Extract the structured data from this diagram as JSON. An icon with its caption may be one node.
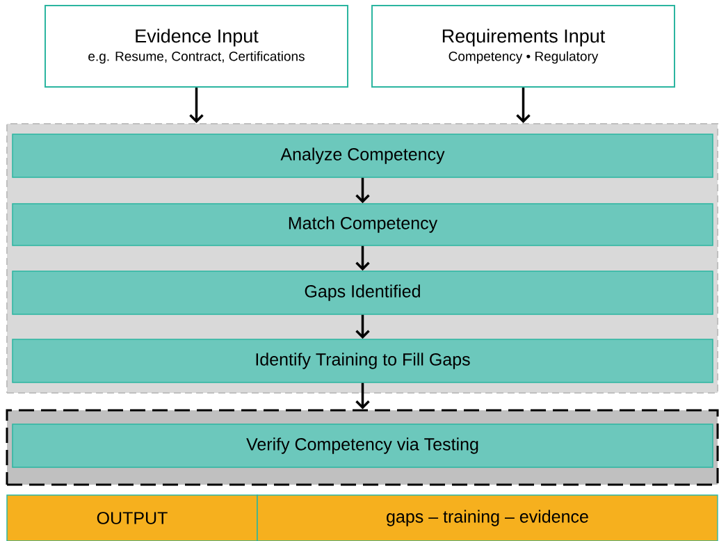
{
  "diagram": {
    "nodes": [
      {
        "text": [
          "Evidence Input",
          "e.g. Resume, Contract, Certifications"
        ]
      },
      {
        "text": [
          "Requirements Input",
          "Competency • Regulatory"
        ]
      },
      {
        "text": [],
        "shape": "box"
      },
      {
        "text": [
          "Analyze Competency"
        ],
        "in": 2
      },
      {
        "text": [
          "Match Competency"
        ],
        "in": 2
      },
      {
        "text": [
          "Gaps Identified"
        ],
        "in": 2
      },
      {
        "text": [
          "Identify Training to Fill Gaps"
        ],
        "in": 2
      },
      {
        "text": [],
        "shape": "box"
      },
      {
        "text": [
          "Verify Competency via Testing"
        ],
        "in": 7
      },
      {
        "text": [
          "OUTPUT"
        ]
      },
      {
        "text": [
          "gaps – training – evidence"
        ]
      }
    ],
    "edges": [
      {
        "from": 0,
        "to": 2,
        "arrow": "to"
      },
      {
        "from": 1,
        "to": 2,
        "arrow": "to"
      },
      {
        "from": 3,
        "to": 4,
        "arrow": "to"
      },
      {
        "from": 4,
        "to": 5,
        "arrow": "to"
      },
      {
        "from": 5,
        "to": 6,
        "arrow": "to"
      },
      {
        "from": 6,
        "to": 7,
        "arrow": "to"
      }
    ]
  }
}
